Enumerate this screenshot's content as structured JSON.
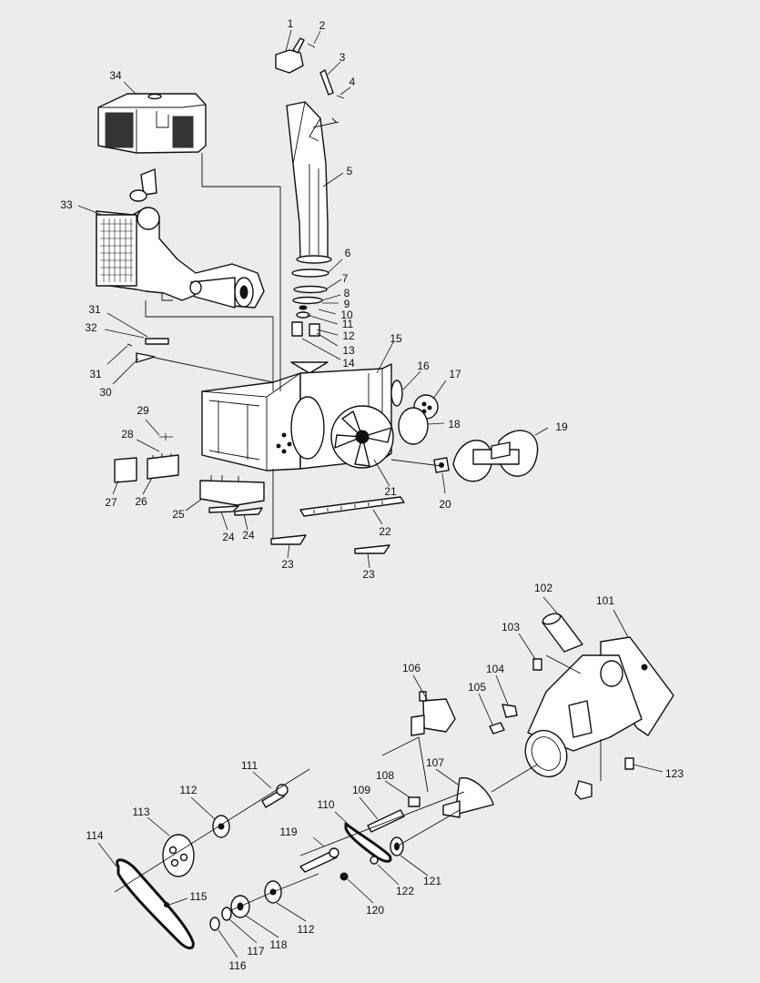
{
  "diagram": {
    "callouts": [
      {
        "id": "c1",
        "text": "1"
      },
      {
        "id": "c2",
        "text": "2"
      },
      {
        "id": "c3",
        "text": "3"
      },
      {
        "id": "c4",
        "text": "4"
      },
      {
        "id": "c5",
        "text": "5"
      },
      {
        "id": "c6",
        "text": "6"
      },
      {
        "id": "c7",
        "text": "7"
      },
      {
        "id": "c8",
        "text": "8"
      },
      {
        "id": "c9",
        "text": "9"
      },
      {
        "id": "c10",
        "text": "10"
      },
      {
        "id": "c11",
        "text": "11"
      },
      {
        "id": "c12",
        "text": "12"
      },
      {
        "id": "c13",
        "text": "13"
      },
      {
        "id": "c14",
        "text": "14"
      },
      {
        "id": "c15",
        "text": "15"
      },
      {
        "id": "c16",
        "text": "16"
      },
      {
        "id": "c17",
        "text": "17"
      },
      {
        "id": "c18",
        "text": "18"
      },
      {
        "id": "c19",
        "text": "19"
      },
      {
        "id": "c20",
        "text": "20"
      },
      {
        "id": "c21",
        "text": "21"
      },
      {
        "id": "c22",
        "text": "22"
      },
      {
        "id": "c23a",
        "text": "23"
      },
      {
        "id": "c23b",
        "text": "23"
      },
      {
        "id": "c24a",
        "text": "24"
      },
      {
        "id": "c24b",
        "text": "24"
      },
      {
        "id": "c25",
        "text": "25"
      },
      {
        "id": "c26",
        "text": "26"
      },
      {
        "id": "c27",
        "text": "27"
      },
      {
        "id": "c28",
        "text": "28"
      },
      {
        "id": "c29",
        "text": "29"
      },
      {
        "id": "c30",
        "text": "30"
      },
      {
        "id": "c31a",
        "text": "31"
      },
      {
        "id": "c31b",
        "text": "31"
      },
      {
        "id": "c32",
        "text": "32"
      },
      {
        "id": "c33",
        "text": "33"
      },
      {
        "id": "c34",
        "text": "34"
      },
      {
        "id": "c101",
        "text": "101"
      },
      {
        "id": "c102",
        "text": "102"
      },
      {
        "id": "c103",
        "text": "103"
      },
      {
        "id": "c104",
        "text": "104"
      },
      {
        "id": "c105",
        "text": "105"
      },
      {
        "id": "c106",
        "text": "106"
      },
      {
        "id": "c107",
        "text": "107"
      },
      {
        "id": "c108",
        "text": "108"
      },
      {
        "id": "c109",
        "text": "109"
      },
      {
        "id": "c110",
        "text": "110"
      },
      {
        "id": "c111",
        "text": "111"
      },
      {
        "id": "c112a",
        "text": "112"
      },
      {
        "id": "c112b",
        "text": "112"
      },
      {
        "id": "c113",
        "text": "113"
      },
      {
        "id": "c114",
        "text": "114"
      },
      {
        "id": "c115",
        "text": "115"
      },
      {
        "id": "c116",
        "text": "116"
      },
      {
        "id": "c117",
        "text": "117"
      },
      {
        "id": "c118",
        "text": "118"
      },
      {
        "id": "c119",
        "text": "119"
      },
      {
        "id": "c120",
        "text": "120"
      },
      {
        "id": "c121",
        "text": "121"
      },
      {
        "id": "c122",
        "text": "122"
      },
      {
        "id": "c123",
        "text": "123"
      }
    ]
  }
}
